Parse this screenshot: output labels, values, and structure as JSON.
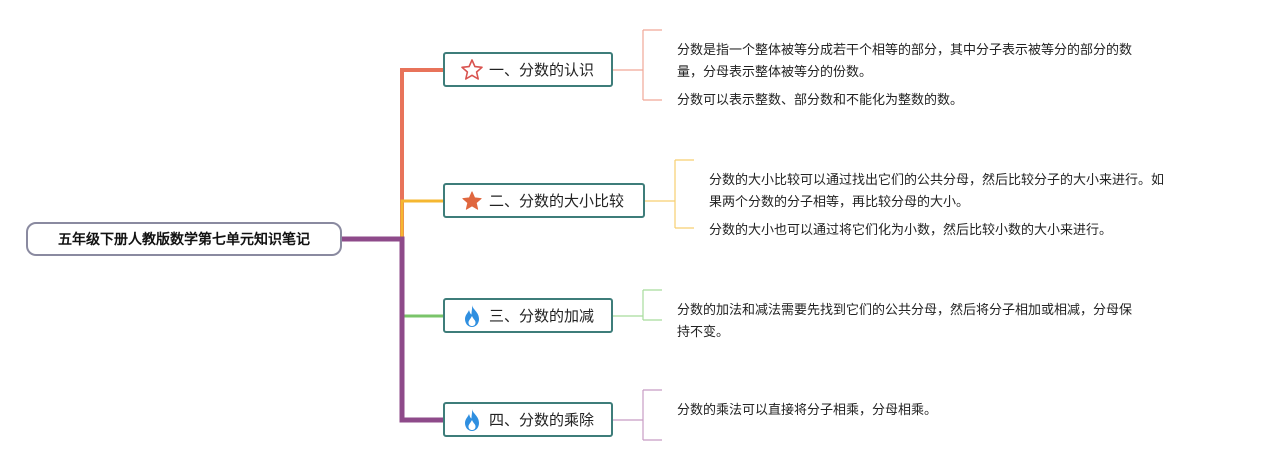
{
  "root": {
    "label": "五年级下册人教版数学第七单元知识笔记"
  },
  "branches": [
    {
      "label": "一、分数的认识",
      "icon": "star-outline-icon",
      "color": "#e8735a",
      "notes": [
        [
          "分数是指一个整体被等分成若干个相等的部分，其中分子表示被等分的部分的数",
          "量，分母表示整体被等分的份数。"
        ],
        [
          "分数可以表示整数、部分数和不能化为整数的数。"
        ]
      ]
    },
    {
      "label": "二、分数的大小比较",
      "icon": "star-filled-icon",
      "color": "#f5b731",
      "notes": [
        [
          "分数的大小比较可以通过找出它们的公共分母，然后比较分子的大小来进行。如",
          "果两个分数的分子相等，再比较分母的大小。"
        ],
        [
          "分数的大小也可以通过将它们化为小数，然后比较小数的大小来进行。"
        ]
      ]
    },
    {
      "label": "三、分数的加减",
      "icon": "flame-icon",
      "color": "#7ac46a",
      "notes": [
        [
          "分数的加法和减法需要先找到它们的公共分母，然后将分子相加或相减，分母保",
          "持不变。"
        ]
      ]
    },
    {
      "label": "四、分数的乘除",
      "icon": "flame-icon",
      "color": "#8e4a8a",
      "notes": [
        [
          "分数的乘法可以直接将分子相乘，分母相乘。"
        ]
      ]
    }
  ]
}
